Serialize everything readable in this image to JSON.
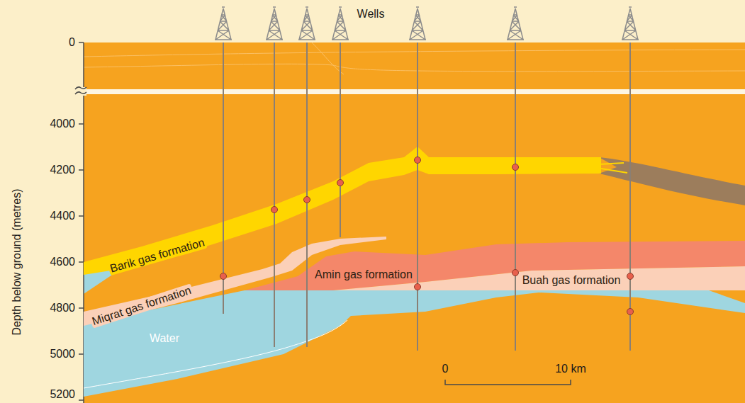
{
  "diagram": {
    "nodes": [
      {
        "text": [
          "Barik gas formation"
        ]
      },
      {
        "text": [
          "Miqrat gas formation"
        ]
      },
      {
        "text": [
          "Amin gas formation"
        ]
      },
      {
        "text": [
          "Buah gas formation"
        ]
      },
      {
        "text": [
          "Water"
        ]
      }
    ],
    "labels": [
      "Wells",
      "0",
      "4000",
      "4200",
      "4400",
      "4600",
      "4800",
      "5000",
      "5200",
      "Depth below ground (metres)",
      "0",
      "10 km"
    ]
  }
}
